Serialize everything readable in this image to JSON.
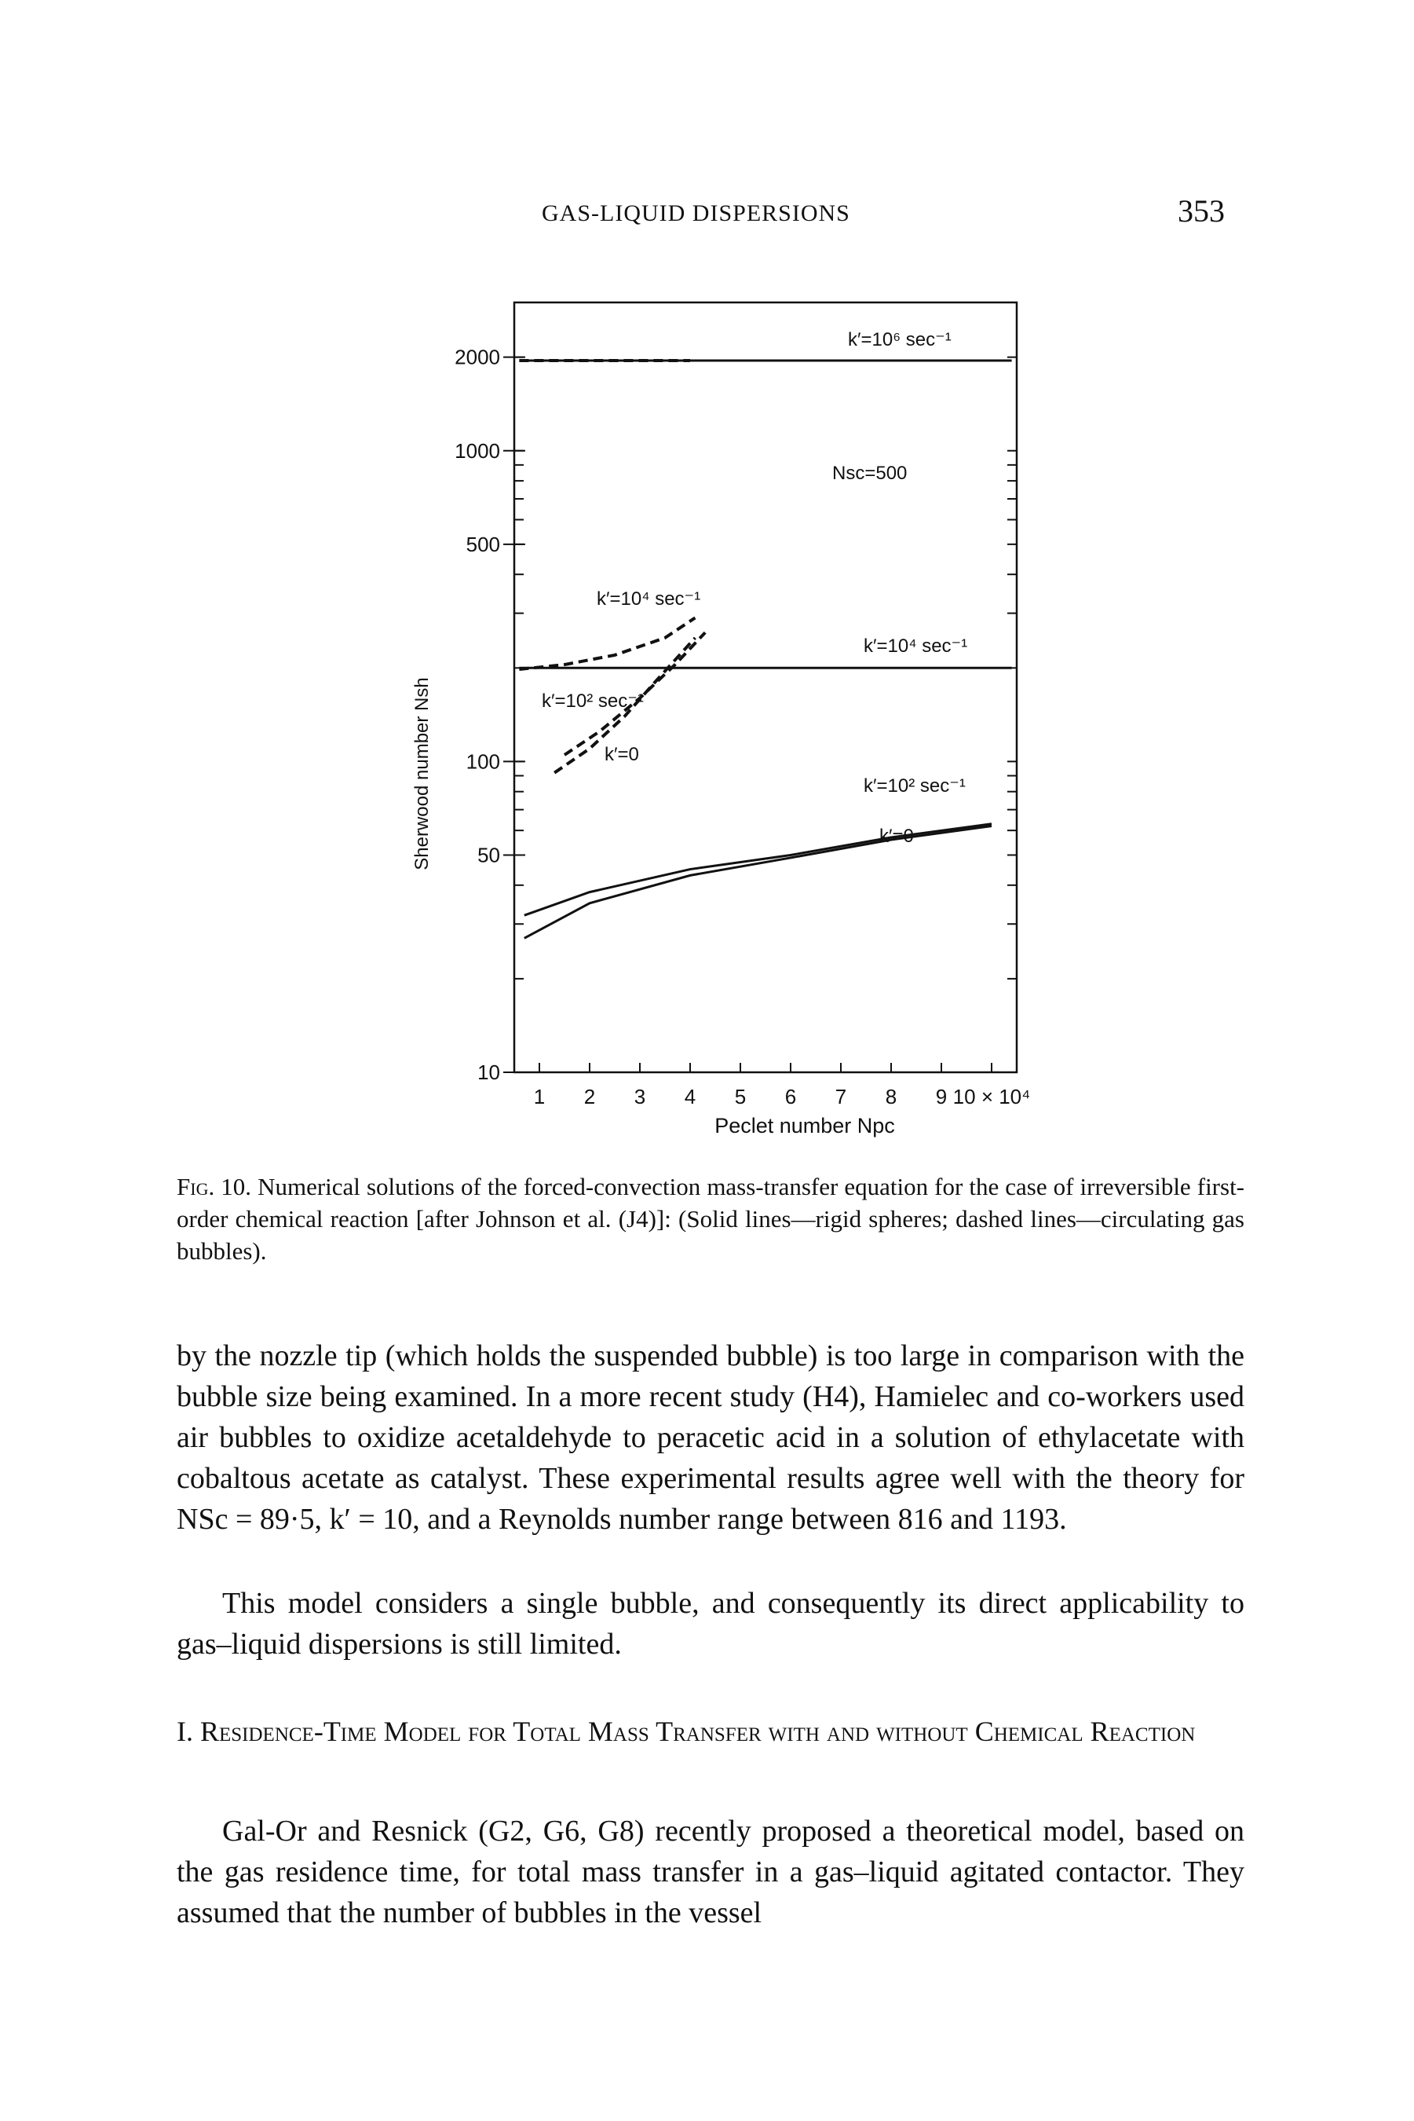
{
  "header": {
    "running_title": "GAS-LIQUID DISPERSIONS",
    "page_number": "353"
  },
  "chart_data": {
    "type": "line",
    "xlabel": "Peclet number Npc",
    "ylabel": "Sherwood number Nsh",
    "x_ticks": [
      "1",
      "2",
      "3",
      "4",
      "5",
      "6",
      "7",
      "8",
      "9",
      "10 × 10⁴"
    ],
    "y_ticks": [
      "2000",
      "1000",
      "500",
      "100",
      "50",
      "10"
    ],
    "y_scale": "log",
    "ylim": [
      10,
      3000
    ],
    "xlim": [
      0.5,
      10.5
    ],
    "annotations": [
      "k′=10⁶ sec⁻¹",
      "Nsc=500",
      "k′=10⁴ sec⁻¹",
      "k′=10⁴ sec⁻¹",
      "k′=10² sec⁻¹",
      "k′=0",
      "k′=10² sec⁻¹",
      "k′=0"
    ],
    "series": [
      {
        "label": "k′=10⁶ sec⁻¹ (solid)",
        "style": "solid",
        "x": [
          0.6,
          10.4
        ],
        "y": [
          1950,
          1950
        ]
      },
      {
        "label": "k′=10⁶ sec⁻¹ (dashed)",
        "style": "dashed",
        "x": [
          0.6,
          4.0
        ],
        "y": [
          1950,
          1950
        ]
      },
      {
        "label": "k′=10⁴ sec⁻¹ (solid)",
        "style": "solid",
        "x": [
          0.6,
          10.4
        ],
        "y": [
          200,
          200
        ]
      },
      {
        "label": "k′=10⁴ sec⁻¹ (dashed)",
        "style": "dashed",
        "x": [
          0.6,
          1.5,
          2.5,
          3.5,
          4.1
        ],
        "y": [
          198,
          205,
          220,
          250,
          290
        ]
      },
      {
        "label": "k′=10² sec⁻¹ (dashed)",
        "style": "dashed",
        "x": [
          1.5,
          2.2,
          3.0,
          3.7,
          4.3
        ],
        "y": [
          105,
          125,
          160,
          205,
          260
        ]
      },
      {
        "label": "k′=0 (dashed)",
        "style": "dashed",
        "x": [
          1.3,
          2.0,
          2.7,
          3.3,
          4.1
        ],
        "y": [
          92,
          110,
          140,
          180,
          250
        ]
      },
      {
        "label": "k′=10² sec⁻¹ (solid)",
        "style": "solid",
        "x": [
          0.7,
          2.0,
          4.0,
          6.0,
          8.0,
          10.0
        ],
        "y": [
          32,
          38,
          45,
          50,
          57,
          63
        ]
      },
      {
        "label": "k′=0 (solid)",
        "style": "solid",
        "x": [
          0.7,
          2.0,
          4.0,
          6.0,
          8.0,
          10.0
        ],
        "y": [
          27,
          35,
          43,
          49,
          56,
          62
        ]
      }
    ]
  },
  "caption": {
    "label": "Fig. 10.",
    "text": "Numerical solutions of the forced-convection mass-transfer equation for the case of irreversible first-order chemical reaction [after Johnson et al. (J4)]: (Solid lines—rigid spheres; dashed lines—circulating gas bubbles)."
  },
  "body": {
    "para1": "by the nozzle tip (which holds the suspended bubble) is too large in comparison with the bubble size being examined. In a more recent study (H4), Hamielec and co-workers used air bubbles to oxidize acetaldehyde to peracetic acid in a solution of ethylacetate with cobaltous acetate as catalyst. These experimental results agree well with the theory for NSc = 89·5, k′ = 10, and a Reynolds number range between 816 and 1193.",
    "para2": "This model considers a single bubble, and consequently its direct applicability to gas–liquid dispersions is still limited.",
    "section_heading": "I. Residence-Time Model for Total Mass Transfer with and without Chemical Reaction",
    "para3": "Gal-Or and Resnick (G2, G6, G8) recently proposed a theoretical model, based on the gas residence time, for total mass transfer in a gas–liquid agitated contactor. They assumed that the number of bubbles in the vessel"
  }
}
